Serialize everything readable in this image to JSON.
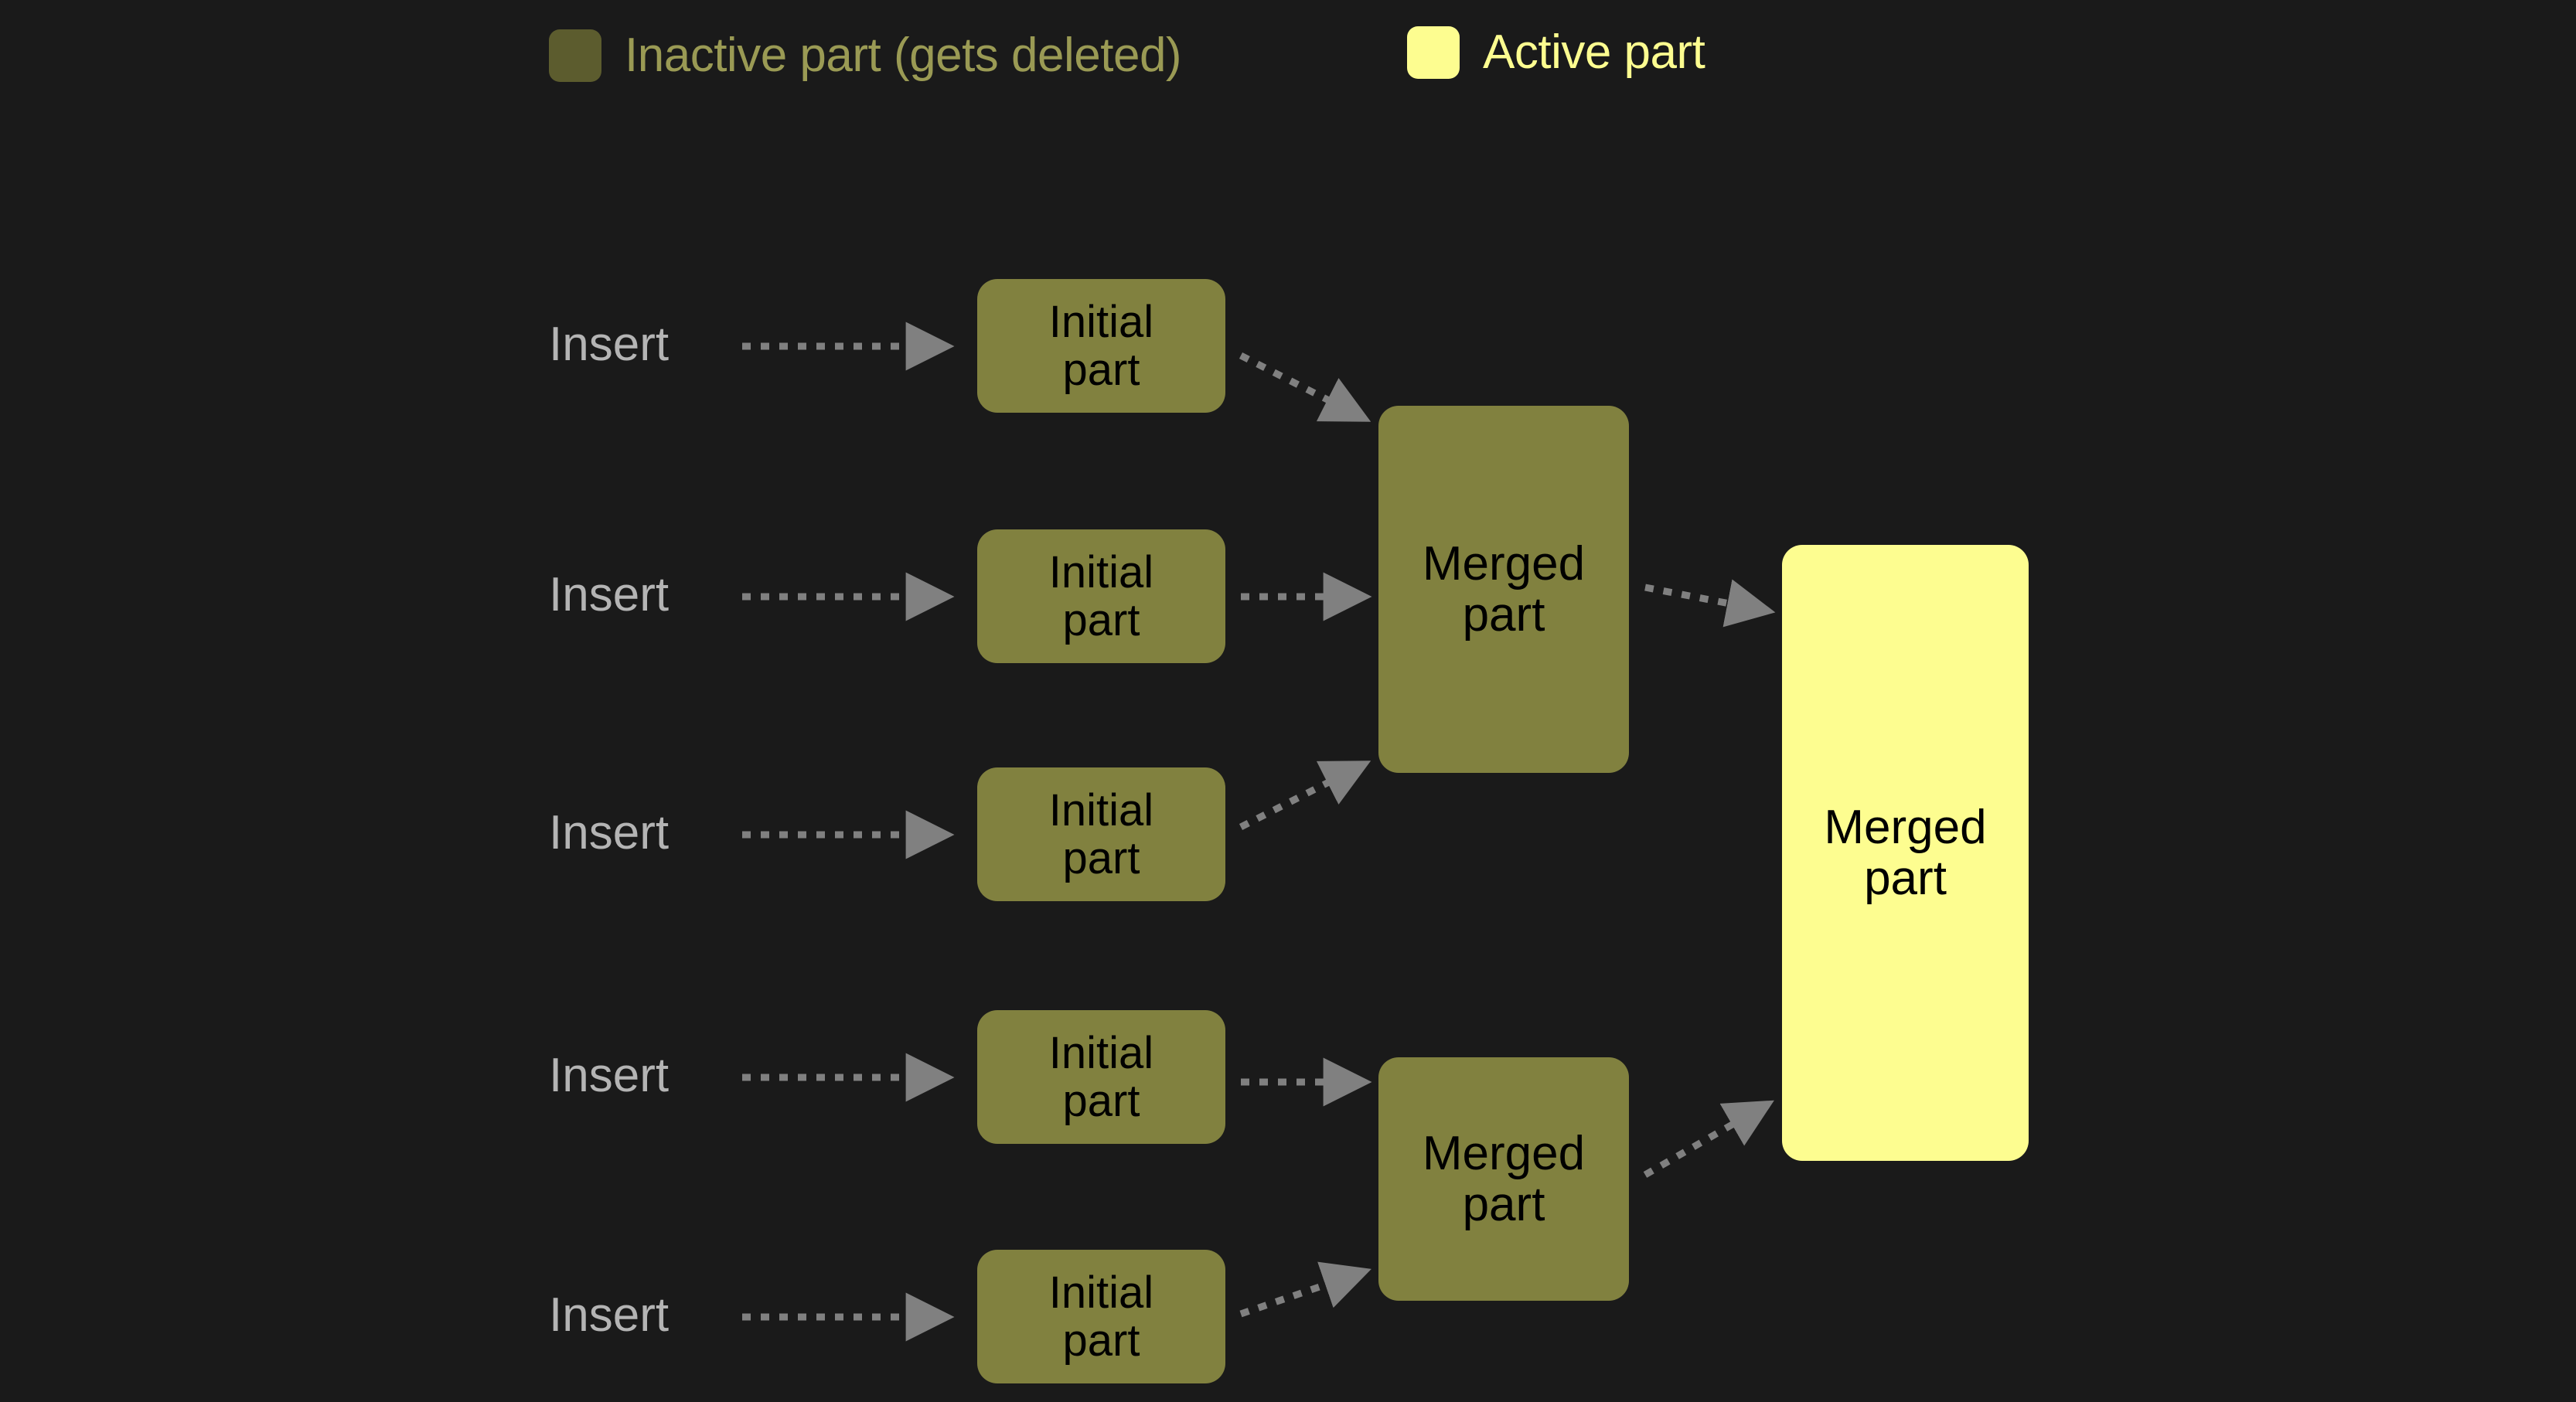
{
  "background_color": "#1a1a1a",
  "colors": {
    "inactive_fill": "#81813f",
    "inactive_swatch": "#5c5c2e",
    "inactive_text": "#9a9a54",
    "active_fill": "#fdfd90",
    "active_text": "#fdfd90",
    "node_text": "#000000",
    "insert_text": "#b4b4b4",
    "arrow": "#808080"
  },
  "legend": {
    "inactive": {
      "label": "Inactive part (gets deleted)",
      "swatch_name": "inactive-part-swatch"
    },
    "active": {
      "label": "Active part",
      "swatch_name": "active-part-swatch"
    }
  },
  "inserts": [
    {
      "label": "Insert"
    },
    {
      "label": "Insert"
    },
    {
      "label": "Insert"
    },
    {
      "label": "Insert"
    },
    {
      "label": "Insert"
    }
  ],
  "initial_parts": [
    {
      "line1": "Initial",
      "line2": "part"
    },
    {
      "line1": "Initial",
      "line2": "part"
    },
    {
      "line1": "Initial",
      "line2": "part"
    },
    {
      "line1": "Initial",
      "line2": "part"
    },
    {
      "line1": "Initial",
      "line2": "part"
    }
  ],
  "merged_parts": [
    {
      "line1": "Merged",
      "line2": "part",
      "state": "inactive"
    },
    {
      "line1": "Merged",
      "line2": "part",
      "state": "inactive"
    }
  ],
  "final_part": {
    "line1": "Merged",
    "line2": "part",
    "state": "active"
  }
}
